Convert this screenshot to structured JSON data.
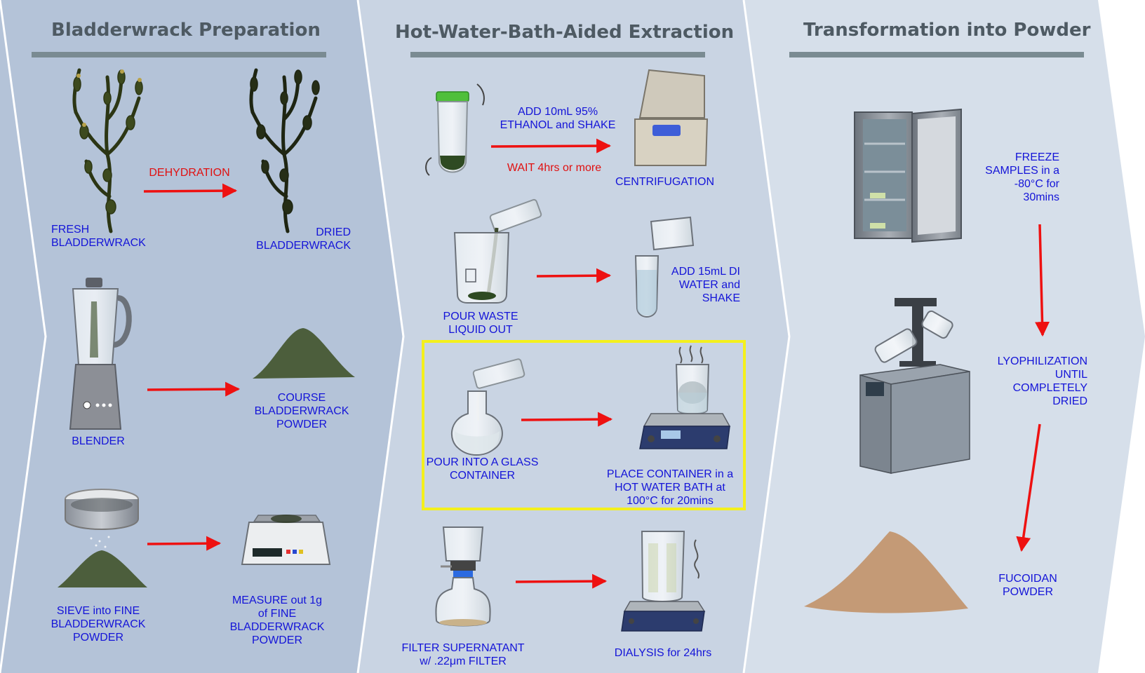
{
  "colors": {
    "panel1": "#b4c3d8",
    "panel2": "#c9d4e3",
    "panel3": "#d6dfea",
    "divider": "#7a8b92",
    "arrow": "#ee1111",
    "label": "#1414d8",
    "highlight": "#f4f01c",
    "seaweed": "#3d4a1e",
    "powder_green": "#4c5e3c",
    "powder_tan": "#c49a76"
  },
  "sections": {
    "prep": {
      "title": "Bladderwrack Preparation",
      "fresh": "FRESH\nBLADDERWRACK",
      "dehydration": "DEHYDRATION",
      "dried": "DRIED\nBLADDERWRACK",
      "blender": "BLENDER",
      "course": "COURSE\nBLADDERWRACK\nPOWDER",
      "sieve": "SIEVE into FINE\nBLADDERWRACK\nPOWDER",
      "measure": "MEASURE out 1g\nof FINE\nBLADDERWRACK\nPOWDER"
    },
    "extraction": {
      "title": "Hot-Water-Bath-Aided Extraction",
      "ethanol": "ADD 10mL 95%\nETHANOL and SHAKE",
      "wait": "WAIT 4hrs or more",
      "centrifugation": "CENTRIFUGATION",
      "pour_waste": "POUR WASTE\nLIQUID OUT",
      "di_water": "ADD 15mL DI\nWATER and\nSHAKE",
      "pour_glass": "POUR INTO A GLASS\nCONTAINER",
      "hot_bath": "PLACE CONTAINER in a\nHOT WATER BATH at\n100°C for 20mins",
      "filter": "FILTER SUPERNATANT\nw/ .22μm FILTER",
      "dialysis": "DIALYSIS for 24hrs"
    },
    "powder": {
      "title": "Transformation into Powder",
      "freeze": "FREEZE\nSAMPLES in a\n-80°C for\n30mins",
      "lyophilization": "LYOPHILIZATION\nUNTIL\nCOMPLETELY\nDRIED",
      "fucoidan": "FUCOIDAN\nPOWDER"
    }
  },
  "icons": [
    "seaweed-icon",
    "blender-icon",
    "powder-pile-icon",
    "sieve-icon",
    "scale-icon",
    "centrifuge-tube-icon",
    "centrifuge-icon",
    "beaker-icon",
    "round-flask-icon",
    "hot-plate-icon",
    "vacuum-filter-icon",
    "freezer-icon",
    "freeze-dryer-icon"
  ]
}
